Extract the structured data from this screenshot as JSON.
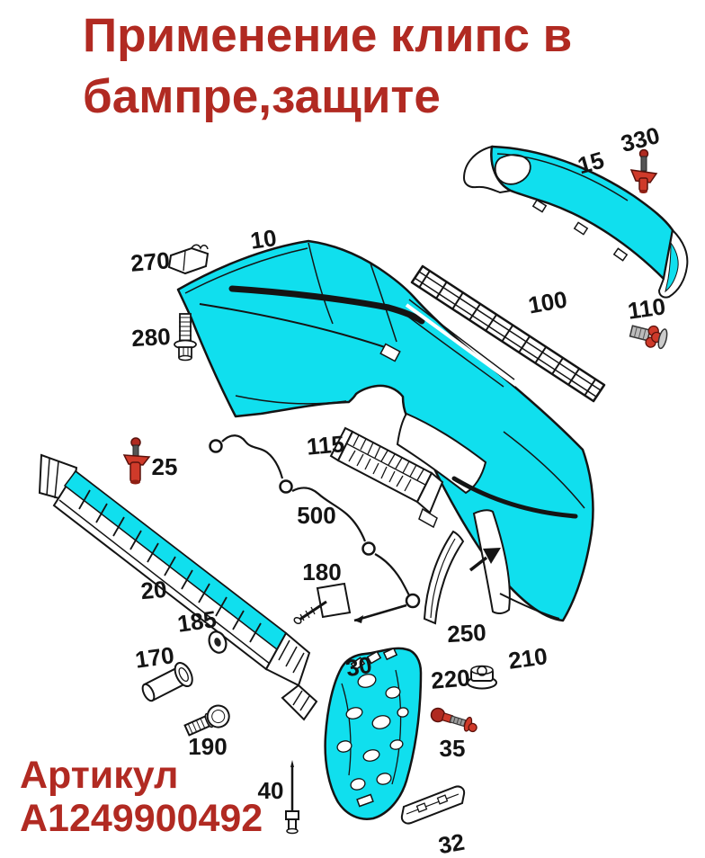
{
  "title": {
    "line1": "Применение клипс в",
    "line2": "бампре,защите"
  },
  "article": {
    "label": "Артикул",
    "number": "A1249900492"
  },
  "part_numbers": [
    "10",
    "15",
    "20",
    "25",
    "30",
    "32",
    "35",
    "40",
    "100",
    "110",
    "115",
    "170",
    "180",
    "185",
    "190",
    "210",
    "220",
    "250",
    "270",
    "280",
    "330",
    "500"
  ],
  "colors": {
    "highlight_cyan": "#10DFEE",
    "title_red": "#B12A22",
    "fastener_red": "#CF3A2A",
    "fastener_dark_red": "#8F1F14",
    "line_black": "#141414",
    "background": "#FFFFFF"
  }
}
